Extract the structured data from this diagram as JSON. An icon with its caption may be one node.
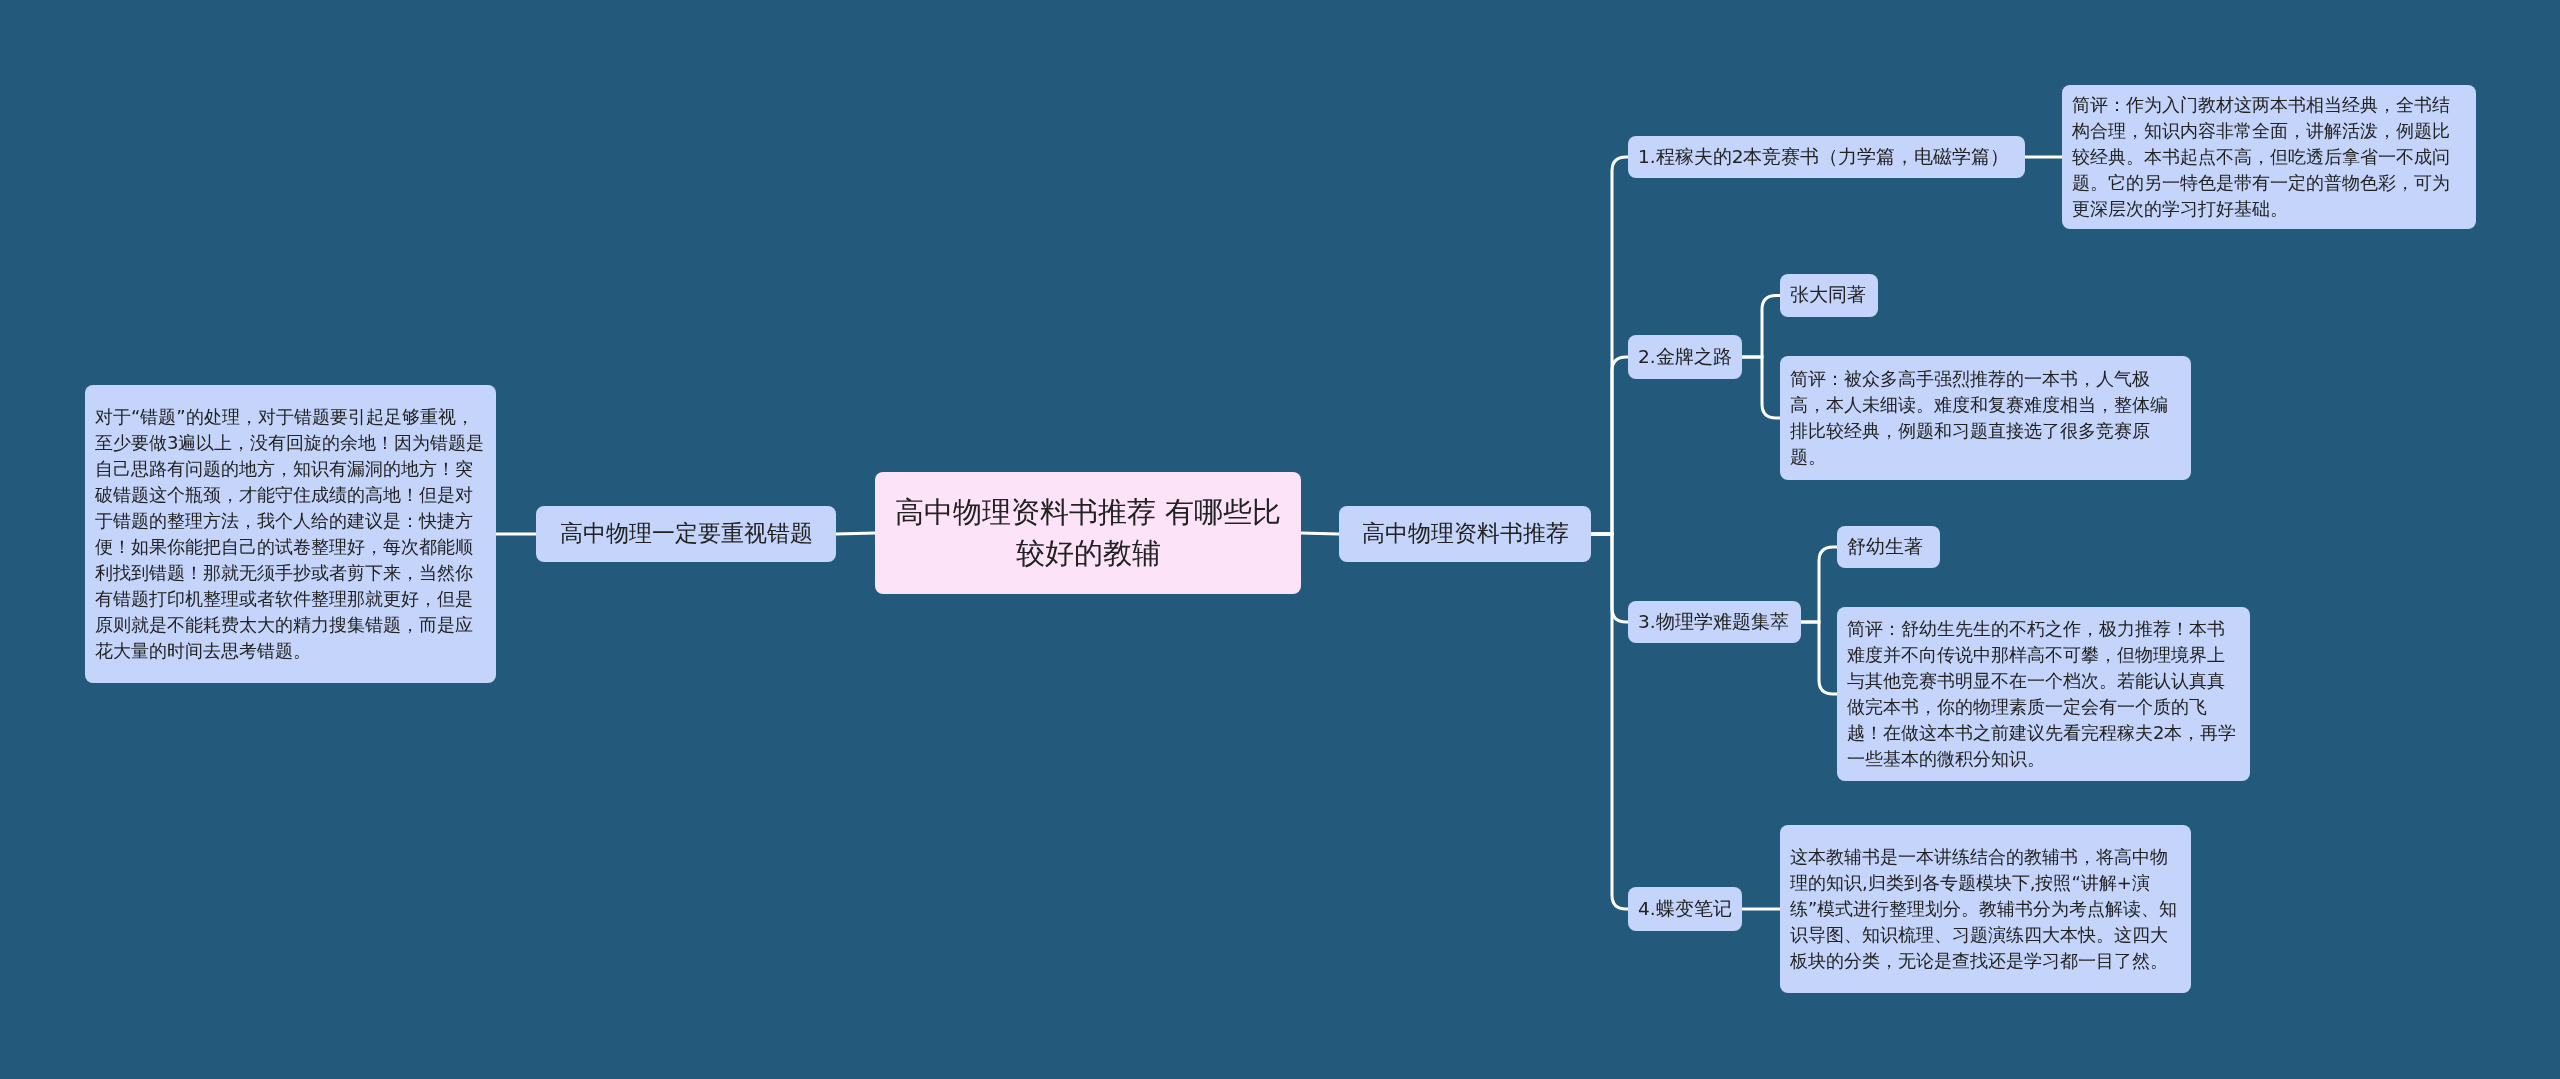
{
  "diagram": {
    "nodes": [
      {
        "text": [
          "高中物理资料书推荐 有哪些比较好的教辅"
        ]
      },
      {
        "text": [
          "高中物理一定要重视错题"
        ]
      },
      {
        "text": [
          "对于“错题”的处理，对于错题要引起足够重视，至少要做3遍以上，没有回旋的余地！因为错题是自己思路有问题的地方，知识有漏洞的地方！突破错题这个瓶颈，才能守住成绩的高地！但是对于错题的整理方法，我个人给的建议是：快捷方便！如果你能把自己的试卷整理好，每次都能顺利找到错题！那就无须手抄或者剪下来，当然你有错题打印机整理或者软件整理那就更好，但是原则就是不能耗费太大的精力搜集错题，而是应花大量的时间去思考错题。"
        ]
      },
      {
        "text": [
          "高中物理资料书推荐"
        ]
      },
      {
        "text": [
          "1.程稼夫的2本竞赛书（力学篇，电磁学篇）"
        ]
      },
      {
        "text": [
          "简评：作为入门教材这两本书相当经典，全书结构合理，知识内容非常全面，讲解活泼，例题比较经典。本书起点不高，但吃透后拿省一不成问题。它的另一特色是带有一定的普物色彩，可为更深层次的学习打好基础。"
        ]
      },
      {
        "text": [
          "2.金牌之路"
        ]
      },
      {
        "text": [
          "张大同著"
        ]
      },
      {
        "text": [
          "简评：被众多高手强烈推荐的一本书，人气极高，本人未细读。难度和复赛难度相当，整体编排比较经典，例题和习题直接选了很多竞赛原题。"
        ]
      },
      {
        "text": [
          "3.物理学难题集萃"
        ]
      },
      {
        "text": [
          "舒幼生著"
        ]
      },
      {
        "text": [
          "简评：舒幼生先生的不朽之作，极力推荐！本书难度并不向传说中那样高不可攀，但物理境界上与其他竞赛书明显不在一个档次。若能认认真真做完本书，你的物理素质一定会有一个质的飞越！在做这本书之前建议先看完程稼夫2本，再学一些基本的微积分知识。"
        ]
      },
      {
        "text": [
          "4.蝶变笔记"
        ]
      },
      {
        "text": [
          "这本教辅书是一本讲练结合的教辅书，将高中物理的知识,归类到各专题模块下,按照“讲解+演练”模式进行整理划分。教辅书分为考点解读、知识导图、知识梳理、习题演练四大本快。这四大板块的分类，无论是查找还是学习都一目了然。"
        ]
      }
    ],
    "edges": [
      {
        "from": 0,
        "to": 1,
        "arrow": "none"
      },
      {
        "from": 1,
        "to": 2,
        "arrow": "none"
      },
      {
        "from": 0,
        "to": 3,
        "arrow": "none"
      },
      {
        "from": 3,
        "to": 4,
        "arrow": "none"
      },
      {
        "from": 3,
        "to": 6,
        "arrow": "none"
      },
      {
        "from": 3,
        "to": 9,
        "arrow": "none"
      },
      {
        "from": 3,
        "to": 12,
        "arrow": "none"
      },
      {
        "from": 4,
        "to": 5,
        "arrow": "none"
      },
      {
        "from": 6,
        "to": 7,
        "arrow": "none"
      },
      {
        "from": 6,
        "to": 8,
        "arrow": "none"
      },
      {
        "from": 9,
        "to": 10,
        "arrow": "none"
      },
      {
        "from": 9,
        "to": 11,
        "arrow": "none"
      },
      {
        "from": 12,
        "to": 13,
        "arrow": "none"
      }
    ]
  }
}
